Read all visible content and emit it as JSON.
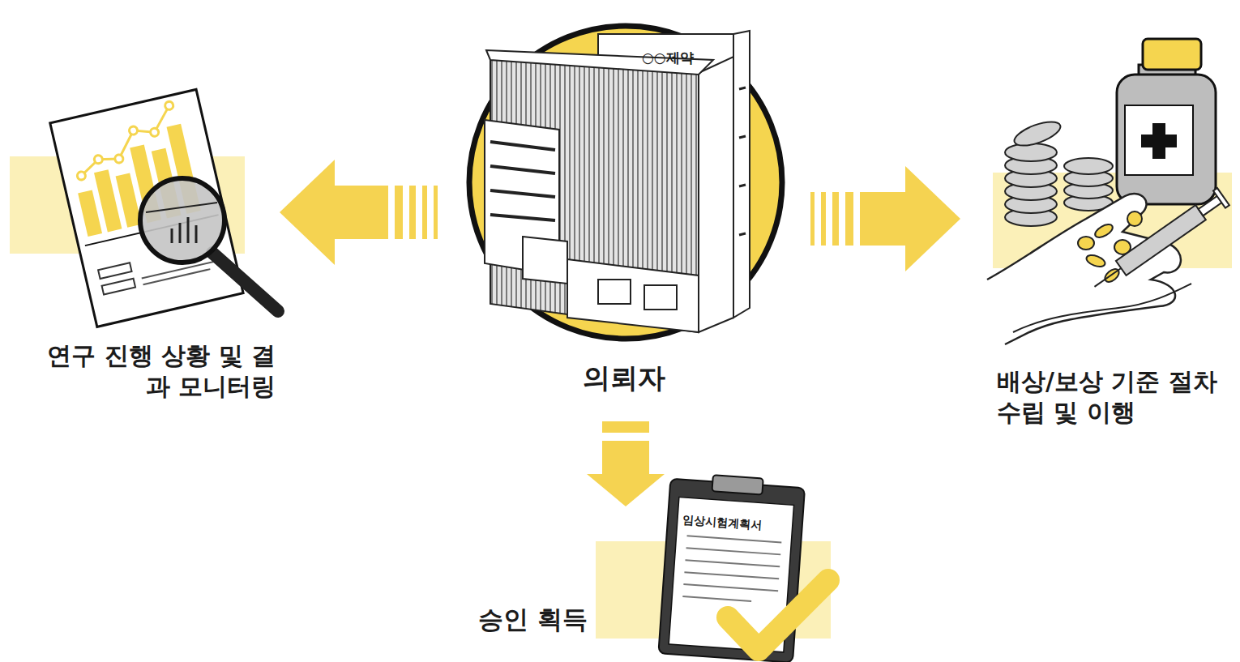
{
  "diagram": {
    "nodes": [
      {
        "text": [
          "연구 진행 상황 및 결과 모니터링"
        ]
      },
      {
        "text": [
          "의뢰자"
        ]
      },
      {
        "text": [
          "배상/보상 기준 절차 수립 및 이행"
        ]
      },
      {
        "text": [
          "승인 획득"
        ]
      }
    ],
    "edges": [
      {
        "from": 1,
        "to": 0,
        "arrow": "to"
      },
      {
        "from": 1,
        "to": 2,
        "arrow": "to"
      },
      {
        "from": 1,
        "to": 3,
        "arrow": "to"
      }
    ],
    "labels": [
      "○○제약",
      "임상시험계획서"
    ]
  }
}
